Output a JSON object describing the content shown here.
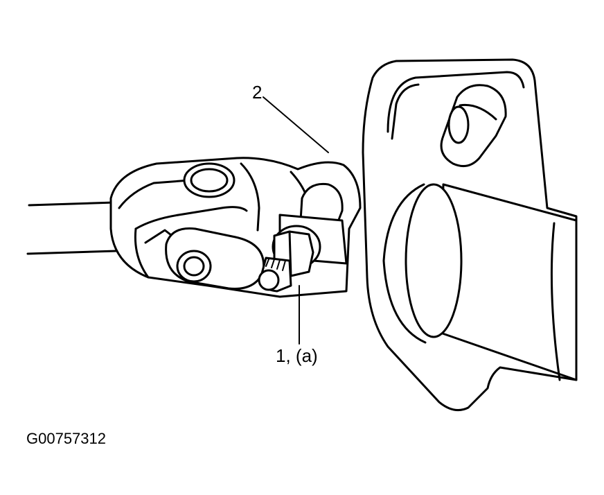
{
  "callouts": {
    "item2": "2",
    "item1": "1, (a)"
  },
  "figure_code": "G00757312"
}
